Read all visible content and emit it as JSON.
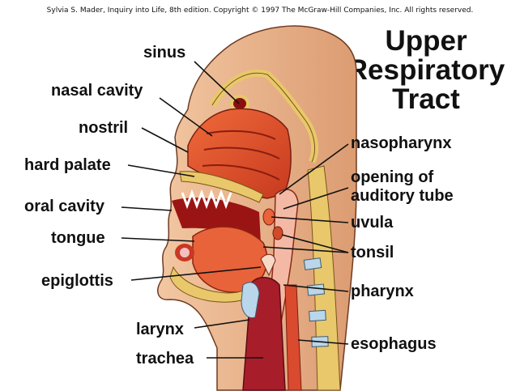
{
  "copyright": "Sylvia S. Mader, Inquiry into Life, 8th edition. Copyright © 1997 The McGraw-Hill Companies, Inc. All rights reserved.",
  "title": [
    "Upper",
    "Respiratory",
    "Tract"
  ],
  "labels_left": [
    "sinus",
    "nasal cavity",
    "nostril",
    "hard palate",
    "oral cavity",
    "tongue",
    "epiglottis",
    "larynx",
    "trachea"
  ],
  "labels_right": [
    "nasopharynx",
    "opening of",
    "auditory tube",
    "uvula",
    "tonsil",
    "pharynx",
    "esophagus"
  ],
  "colors": {
    "skin": "#e9b38d",
    "tissue": "#e4572b",
    "tissue_dark": "#b8321b",
    "bone": "#e8c86a",
    "cartilage": "#b9d6ea",
    "airway": "#f4b9a4",
    "throat": "#a81d2a"
  }
}
